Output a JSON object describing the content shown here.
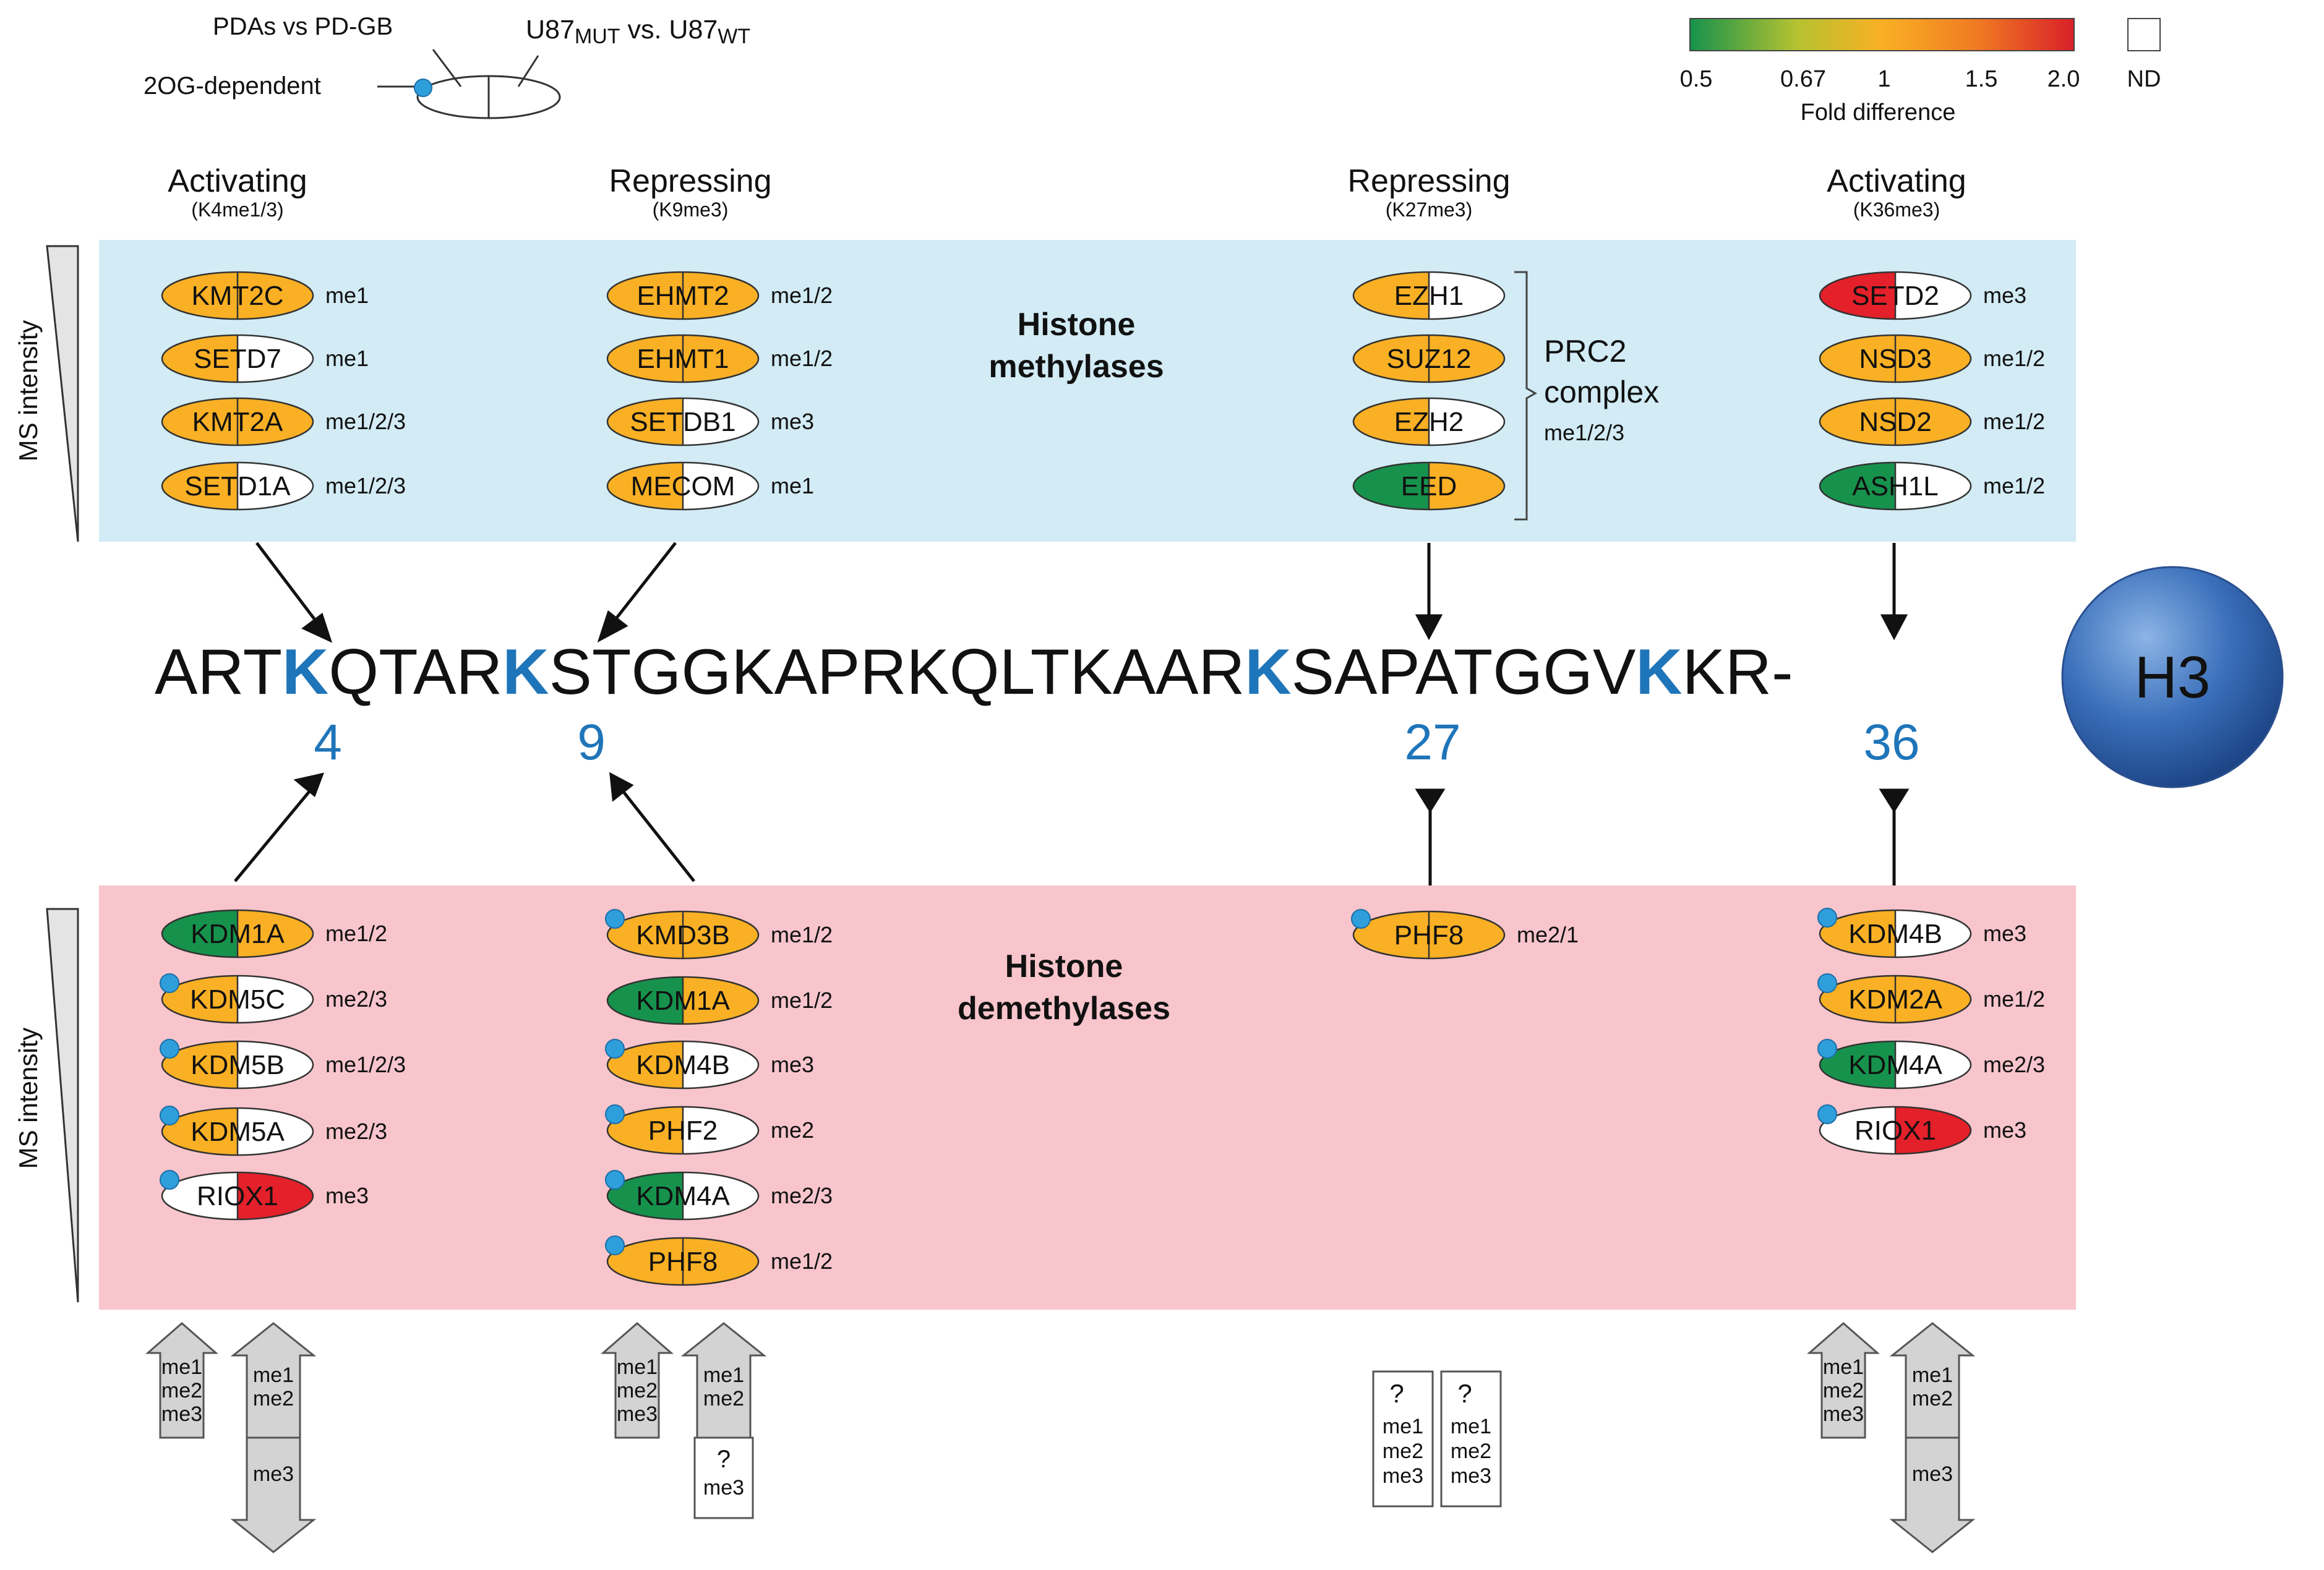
{
  "legend": {
    "key_left": "PDAs vs PD-GB",
    "key_right_main": "U87",
    "key_right_sub1": "MUT",
    "key_right_mid": " vs. U87",
    "key_right_sub2": "WT",
    "key_dot": "2OG-dependent",
    "scale_ticks": [
      "0.5",
      "0.67",
      "1",
      "1.5",
      "2.0"
    ],
    "scale_title": "Fold difference",
    "nd_label": "ND"
  },
  "colors": {
    "orange": "#f9b024",
    "green": "#16924c",
    "red": "#e4202a",
    "white": "#ffffff",
    "methylase_bg": "#d2ebf5",
    "demethylase_bg": "#f8c5cc",
    "dot": "#2f9fdc",
    "residue_blue": "#1f75b9",
    "h3_ball": "#3a6fba"
  },
  "y_axis_label": "MS intensity",
  "histone_ball": "H3",
  "sequence_tokens": [
    "ART",
    "K",
    "QTAR",
    "K",
    "STGGKAPRKQLTKAAR",
    "K",
    "SAPATGGV",
    "K",
    "KR-"
  ],
  "residue_numbers": [
    "4",
    "9",
    "27",
    "36"
  ],
  "columns": [
    {
      "header": "Activating",
      "sub": "(K4me1/3)"
    },
    {
      "header": "Repressing",
      "sub": "(K9me3)"
    },
    {
      "header": "Repressing",
      "sub": "(K27me3)"
    },
    {
      "header": "Activating",
      "sub": "(K36me3)"
    }
  ],
  "methylases": {
    "title1": "Histone",
    "title2": "methylases",
    "prc2_line1": "PRC2",
    "prc2_line2": "complex",
    "prc2_marks": "me1/2/3",
    "groups": [
      {
        "items": [
          {
            "name": "KMT2C",
            "left": "orange",
            "right": "orange",
            "dot": false,
            "marks": "me1"
          },
          {
            "name": "SETD7",
            "left": "orange",
            "right": "white",
            "dot": false,
            "marks": "me1"
          },
          {
            "name": "KMT2A",
            "left": "orange",
            "right": "orange",
            "dot": false,
            "marks": "me1/2/3"
          },
          {
            "name": "SETD1A",
            "left": "orange",
            "right": "white",
            "dot": false,
            "marks": "me1/2/3"
          }
        ]
      },
      {
        "items": [
          {
            "name": "EHMT2",
            "left": "orange",
            "right": "orange",
            "dot": false,
            "marks": "me1/2"
          },
          {
            "name": "EHMT1",
            "left": "orange",
            "right": "orange",
            "dot": false,
            "marks": "me1/2"
          },
          {
            "name": "SETDB1",
            "left": "orange",
            "right": "white",
            "dot": false,
            "marks": "me3"
          },
          {
            "name": "MECOM",
            "left": "orange",
            "right": "white",
            "dot": false,
            "marks": "me1"
          }
        ]
      },
      {
        "items": [
          {
            "name": "EZH1",
            "left": "orange",
            "right": "white",
            "dot": false,
            "marks": ""
          },
          {
            "name": "SUZ12",
            "left": "orange",
            "right": "orange",
            "dot": false,
            "marks": ""
          },
          {
            "name": "EZH2",
            "left": "orange",
            "right": "white",
            "dot": false,
            "marks": ""
          },
          {
            "name": "EED",
            "left": "green",
            "right": "orange",
            "dot": false,
            "marks": ""
          }
        ]
      },
      {
        "items": [
          {
            "name": "SETD2",
            "left": "red",
            "right": "white",
            "dot": false,
            "marks": "me3"
          },
          {
            "name": "NSD3",
            "left": "orange",
            "right": "orange",
            "dot": false,
            "marks": "me1/2"
          },
          {
            "name": "NSD2",
            "left": "orange",
            "right": "orange",
            "dot": false,
            "marks": "me1/2"
          },
          {
            "name": "ASH1L",
            "left": "green",
            "right": "white",
            "dot": false,
            "marks": "me1/2"
          }
        ]
      }
    ]
  },
  "demethylases": {
    "title1": "Histone",
    "title2": "demethylases",
    "groups": [
      {
        "items": [
          {
            "name": "KDM1A",
            "left": "green",
            "right": "orange",
            "dot": false,
            "marks": "me1/2"
          },
          {
            "name": "KDM5C",
            "left": "orange",
            "right": "white",
            "dot": true,
            "marks": "me2/3"
          },
          {
            "name": "KDM5B",
            "left": "orange",
            "right": "white",
            "dot": true,
            "marks": "me1/2/3"
          },
          {
            "name": "KDM5A",
            "left": "orange",
            "right": "white",
            "dot": true,
            "marks": "me2/3"
          },
          {
            "name": "RIOX1",
            "left": "white",
            "right": "red",
            "dot": true,
            "marks": "me3"
          }
        ]
      },
      {
        "items": [
          {
            "name": "KMD3B",
            "left": "orange",
            "right": "orange",
            "dot": true,
            "marks": "me1/2"
          },
          {
            "name": "KDM1A",
            "left": "green",
            "right": "orange",
            "dot": false,
            "marks": "me1/2"
          },
          {
            "name": "KDM4B",
            "left": "orange",
            "right": "white",
            "dot": true,
            "marks": "me3"
          },
          {
            "name": "PHF2",
            "left": "orange",
            "right": "white",
            "dot": true,
            "marks": "me2"
          },
          {
            "name": "KDM4A",
            "left": "green",
            "right": "white",
            "dot": true,
            "marks": "me2/3"
          },
          {
            "name": "PHF8",
            "left": "orange",
            "right": "orange",
            "dot": true,
            "marks": "me1/2"
          }
        ]
      },
      {
        "items": [
          {
            "name": "PHF8",
            "left": "orange",
            "right": "orange",
            "dot": true,
            "marks": "me2/1"
          }
        ]
      },
      {
        "items": [
          {
            "name": "KDM4B",
            "left": "orange",
            "right": "white",
            "dot": true,
            "marks": "me3"
          },
          {
            "name": "KDM2A",
            "left": "orange",
            "right": "orange",
            "dot": true,
            "marks": "me1/2"
          },
          {
            "name": "KDM4A",
            "left": "green",
            "right": "white",
            "dot": true,
            "marks": "me2/3"
          },
          {
            "name": "RIOX1",
            "left": "white",
            "right": "red",
            "dot": true,
            "marks": "me3"
          }
        ]
      }
    ]
  },
  "bottom_summary": {
    "up_arrow_marks": [
      "me1",
      "me2",
      "me3"
    ],
    "double_arrow_top": [
      "me1",
      "me2"
    ],
    "double_arrow_bottom": "me3",
    "question": "?",
    "k9_box_mark": "me3",
    "k27_box_marks": [
      "me1",
      "me2",
      "me3"
    ]
  }
}
